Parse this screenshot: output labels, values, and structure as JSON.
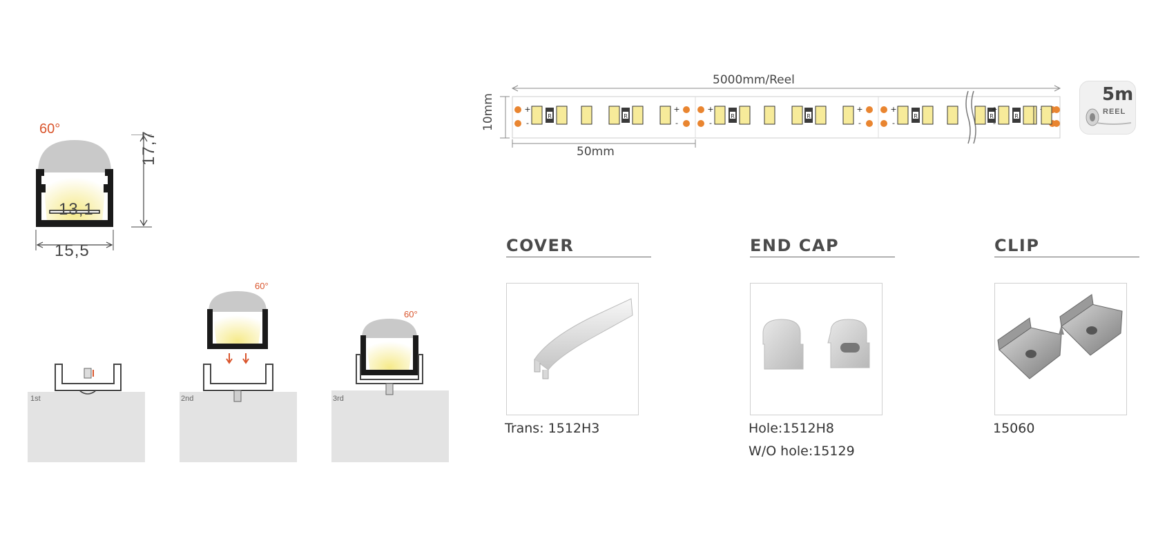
{
  "profile": {
    "beam_angle": "60°",
    "height": "17,7",
    "inner_width": "13,1",
    "outer_width": "15,5"
  },
  "installation": {
    "steps": [
      {
        "label": "1st",
        "angle": ""
      },
      {
        "label": "2nd",
        "angle": "60°"
      },
      {
        "label": "3rd",
        "angle": "60°"
      }
    ]
  },
  "strip": {
    "reel_length": "5000mm/Reel",
    "width": "10mm",
    "cut_length": "50mm",
    "reel_badge": {
      "length": "5m",
      "unit": "REEL"
    },
    "marks": {
      "plus": "+",
      "minus": "-",
      "resistor": "R"
    }
  },
  "accessories": [
    {
      "title": "COVER",
      "icon": "cover-profile",
      "captions": [
        "Trans: 1512H3"
      ]
    },
    {
      "title": "END CAP",
      "icon": "end-caps",
      "captions": [
        "Hole:1512H8",
        "W/O hole:15129"
      ]
    },
    {
      "title": "CLIP",
      "icon": "mounting-clips",
      "captions": [
        "15060"
      ]
    }
  ],
  "colors": {
    "angle_text": "#d9542b",
    "led_yellow": "#f7eb9a",
    "copper_pad": "#e98530",
    "diffuser": "#c8c8c8",
    "profile_black": "#1a1a1a"
  }
}
